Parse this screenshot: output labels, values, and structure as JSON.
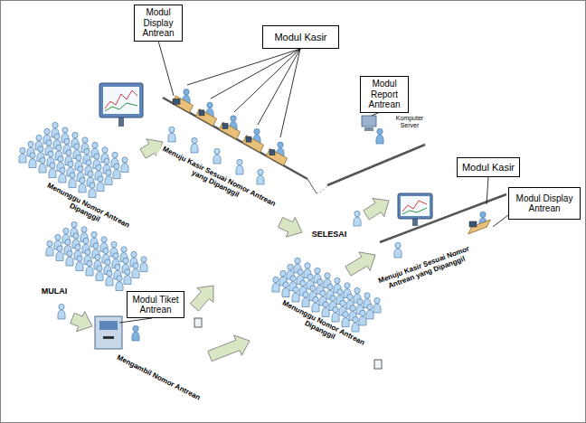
{
  "diagram": {
    "nodes": [
      {
        "text": [
          "Modul Display Antrean"
        ]
      },
      {
        "text": [
          "Modul Kasir"
        ]
      },
      {
        "text": [
          "Modul Report Antrean"
        ]
      },
      {
        "text": [
          "Modul Kasir"
        ]
      },
      {
        "text": [
          "Modul Display Antrean"
        ]
      },
      {
        "text": [
          "Modul Tiket Antrean"
        ]
      }
    ],
    "labels": [
      "Komputer Server",
      "Menunggu Nomor Antrean Dipanggil",
      "Menuju Kasir Sesuai Nomor Antrean yang Dipanggil",
      "SELESAI",
      "Menuju Kasir Sesuai Nomor Antrean yang Dipanggil",
      "MULAI",
      "Menunggu Nomor Antrean Dipanggil",
      "Mengambil Nomor Antrean"
    ]
  }
}
